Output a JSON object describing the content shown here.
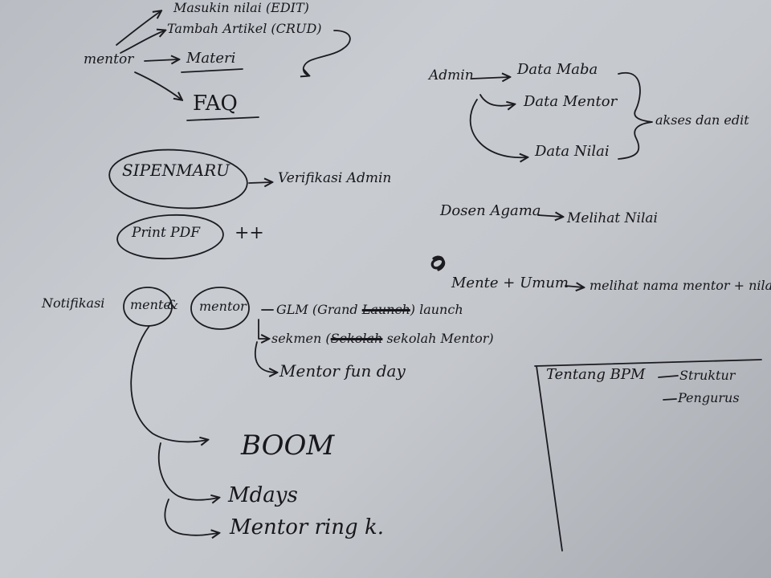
{
  "mentor_section": {
    "root": "mentor",
    "items": {
      "masukin_nilai": "Masukin nilai (EDIT)",
      "tambah_artikel": "Tambah Artikel (CRUD)",
      "materi": "Materi",
      "faq": "FAQ"
    }
  },
  "sipenmaru": {
    "label": "SIPENMARU",
    "target": "Verifikasi Admin"
  },
  "print_pdf": {
    "label": "Print PDF",
    "suffix": "++"
  },
  "admin_section": {
    "root": "Admin",
    "items": {
      "data_maba": "Data Maba",
      "data_mentor": "Data Mentor",
      "data_nilai": "Data Nilai"
    },
    "group_label": "akses dan edit"
  },
  "dosen_agama": {
    "label": "Dosen Agama",
    "target": "Melihat Nilai"
  },
  "mente_umum": {
    "label": "Mente + Umum",
    "target": "melihat nama mentor + nilai"
  },
  "notifikasi": {
    "label": "Notifikasi",
    "mente_bubble": "mente",
    "mentor_bubble": "mentor",
    "connector": "&",
    "mentor_branches": {
      "glm_prefix": "GLM (Grand ",
      "glm_struck": "Launch",
      "glm_suffix": ") launch",
      "sekmen_prefix": "sekmen (",
      "sekmen_struck": "Sekolah",
      "sekmen_suffix": " sekolah Mentor)",
      "fun_day": "Mentor fun day"
    },
    "mente_branches": {
      "boom": "BOOM",
      "mdays": "Mdays",
      "mentor_ring": "Mentor ring k."
    }
  },
  "tentang_bpm": {
    "label": "Tentang BPM",
    "items": {
      "struktur": "Struktur",
      "pengurus": "Pengurus"
    }
  }
}
